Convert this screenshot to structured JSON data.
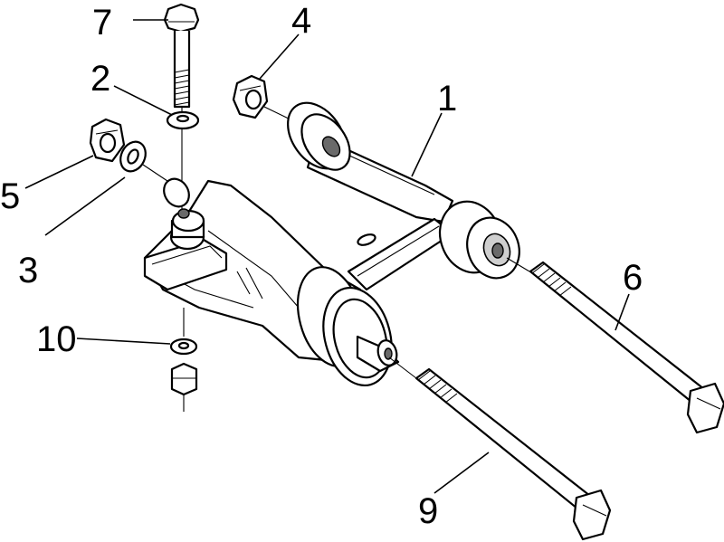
{
  "callouts": [
    {
      "id": "1",
      "label": "1"
    },
    {
      "id": "2",
      "label": "2"
    },
    {
      "id": "3",
      "label": "3"
    },
    {
      "id": "4",
      "label": "4"
    },
    {
      "id": "5",
      "label": "5"
    },
    {
      "id": "6",
      "label": "6"
    },
    {
      "id": "7",
      "label": "7"
    },
    {
      "id": "9",
      "label": "9"
    },
    {
      "id": "10",
      "label": "10"
    }
  ]
}
